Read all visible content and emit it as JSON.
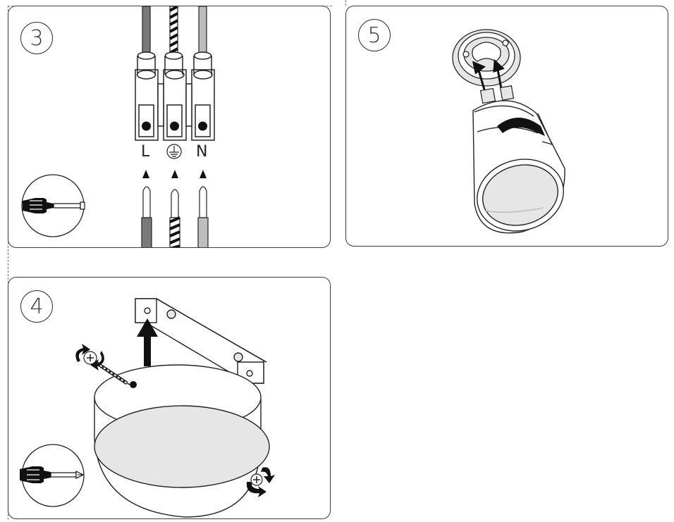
{
  "steps": {
    "step3": {
      "number": "3",
      "labels": {
        "live": "L",
        "neutral": "N"
      }
    },
    "step4": {
      "number": "4"
    },
    "step5": {
      "number": "5"
    }
  },
  "colors": {
    "outline": "#222222",
    "wire_live": "#7a7a7a",
    "wire_neutral": "#bdbdbd",
    "shade": "#e6e6e6",
    "cut_line": "#6c7a9a"
  },
  "icons": [
    "slotted-screwdriver-icon",
    "phillips-screwdriver-icon",
    "ground-symbol-icon",
    "rotate-arrow-icon",
    "push-arrow-icon"
  ]
}
